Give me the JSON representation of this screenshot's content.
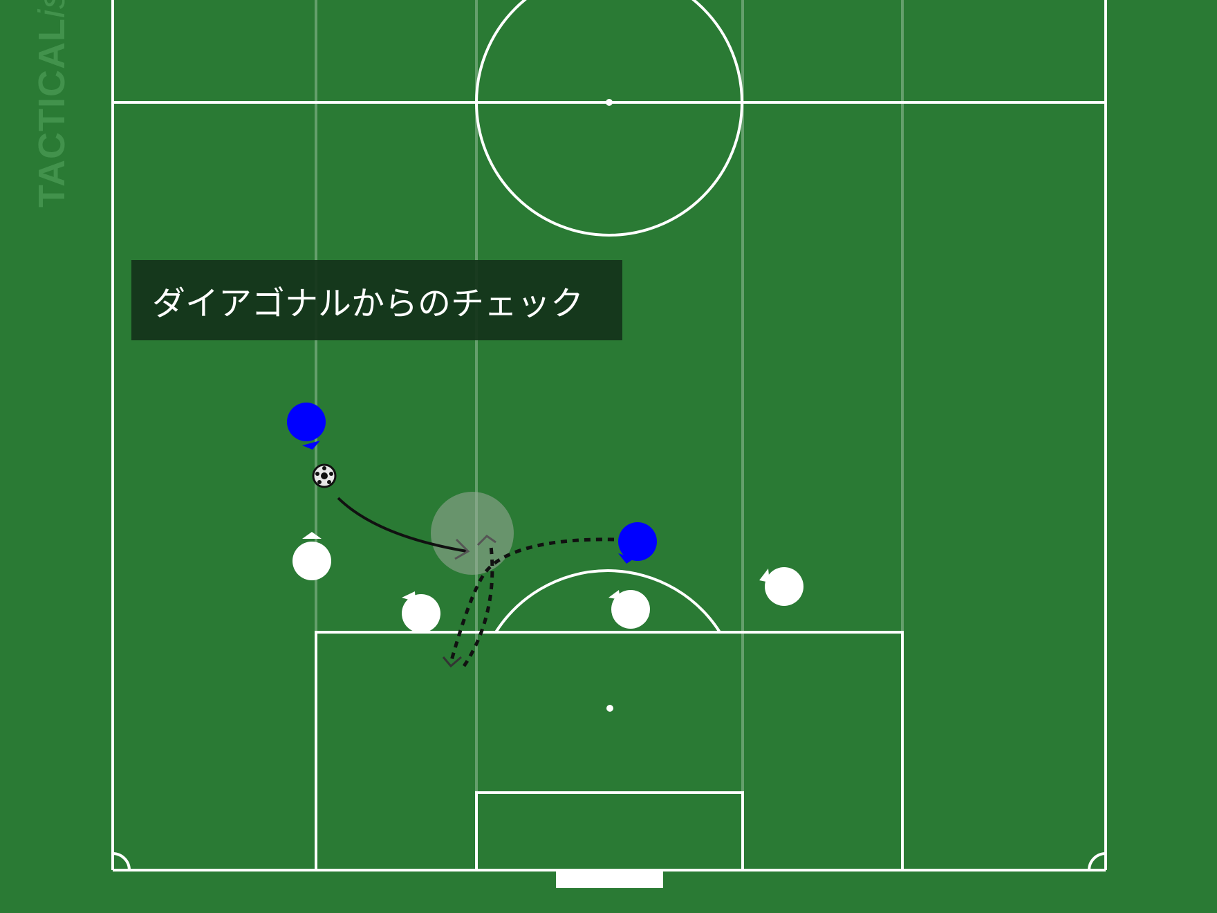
{
  "watermark": {
    "brand_bold": "TACTICAL",
    "brand_italic": "ista"
  },
  "label": {
    "text": "ダイアゴナルからのチェック"
  },
  "colors": {
    "pitch": "#2a7a34",
    "lines": "#ffffff",
    "team_blue": "#0000ff",
    "team_white": "#ffffff",
    "label_background": "#14321a",
    "highlight_zone": "#9aa99a"
  },
  "players": {
    "blue_count": 2,
    "white_count": 4
  },
  "icons": {
    "ball": "soccer-ball-icon"
  }
}
